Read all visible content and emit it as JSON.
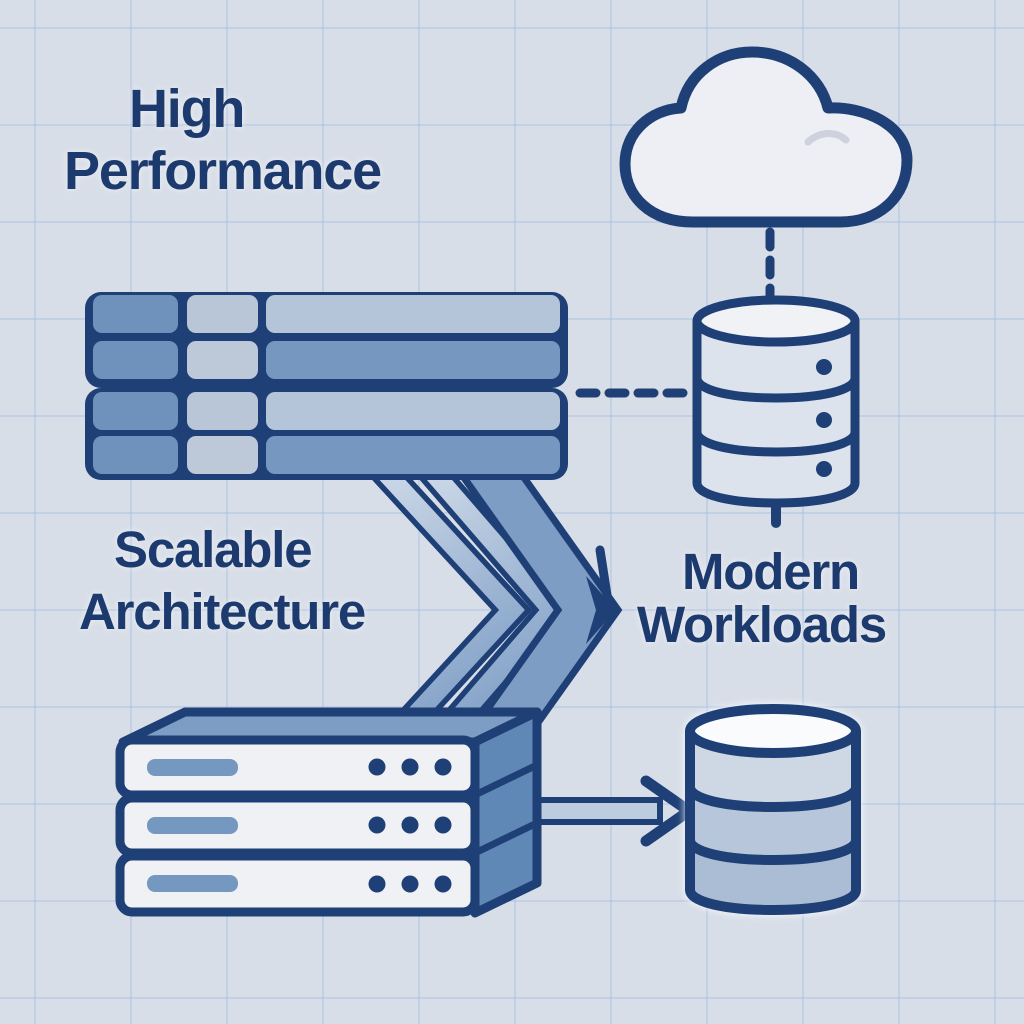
{
  "labels": {
    "high_performance": {
      "line1": "High",
      "line2": "Performance"
    },
    "scalable_architecture": {
      "line1": "Scalable",
      "line2": "Architecture"
    },
    "modern_workloads": {
      "line1": "Modern",
      "line2": "Workloads"
    }
  },
  "palette": {
    "background": "#d8dee8",
    "grid_line": "#b9cbe4",
    "outline_navy": "#1f4076",
    "text_navy": "#1c3a6e",
    "medium_blue": "#7d9dc5",
    "cell_light_blue": "#b5c5d9",
    "cell_medium_blue": "#7697c0",
    "column_light_gray": "#b9c6d7",
    "server_face_white": "#eff1f5",
    "server_side_blue": "#6088b6",
    "cylinder_body_light": "#dde3ec",
    "cylinder_top_light": "#f0f2f6",
    "cylinder_top_white": "#fafbfd",
    "cylinder_tier_1": "#cdd8e4",
    "cylinder_tier_2": "#b7c6da",
    "cylinder_tier_3": "#aabdd4",
    "arrow_band_fill": "#bccde0",
    "cloud_fill": "#edeff4",
    "cloud_highlight": "#cdd2dd"
  },
  "icons": {
    "cloud": "cloud-icon",
    "database_top_right": "database-cylinder-icon",
    "database_bottom_right": "database-cylinder-icon",
    "data_table": "data-table-icon",
    "server_rack": "server-rack-icon",
    "flow_chevron": "double-chevron-flow-arrow-icon",
    "connectors": [
      "dashed-connector-cloud-to-database",
      "dashed-connector-table-to-database",
      "arrow-connector-server-to-database"
    ]
  }
}
